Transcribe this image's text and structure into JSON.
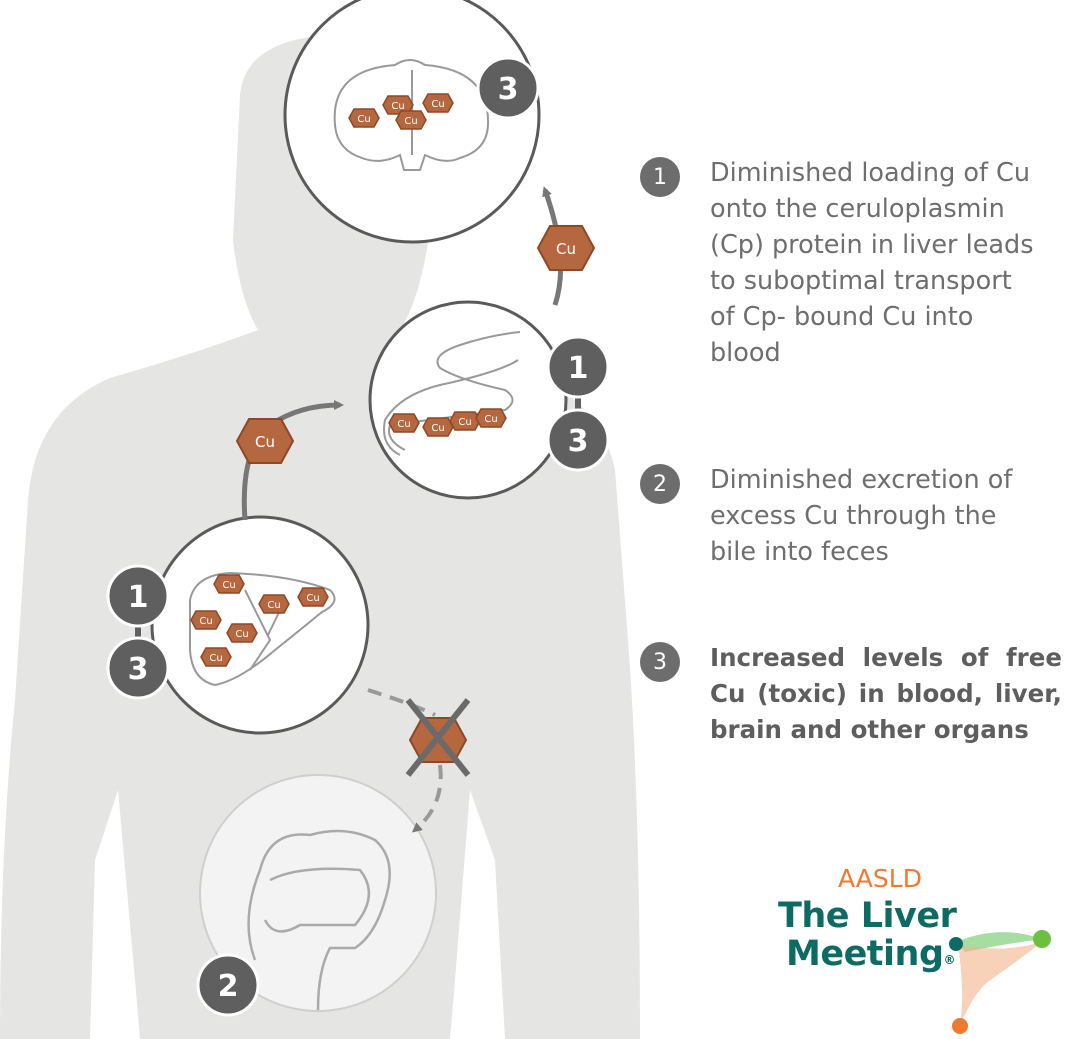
{
  "diagram": {
    "atom_label": "Cu",
    "markers": {
      "brain": [
        "3"
      ],
      "blood": [
        "1",
        "3"
      ],
      "liver": [
        "1",
        "3"
      ],
      "intestine": [
        "2"
      ]
    }
  },
  "legend": [
    {
      "number": "1",
      "text": "Diminished loading of Cu\nonto the ceruloplasmin\n(Cp)  protein in liver leads\nto  suboptimal transport\nof Cp- bound Cu into\nblood"
    },
    {
      "number": "2",
      "text": "Diminished excretion of\nexcess Cu through the\nbile  into feces"
    },
    {
      "number": "3",
      "text": "Increased  levels  of  free Cu (toxic) in blood, liver, brain and other organs"
    }
  ],
  "logo": {
    "org": "AASLD",
    "line1": "The Liver",
    "line2": "Meeting",
    "registered": "®"
  },
  "colors": {
    "silhouette": "#e5e5e4",
    "marker": "#5f5f5f",
    "copper": "#b5673f",
    "copper_dark": "#8d4826",
    "arrow": "#777777",
    "brand_orange": "#ee7a2f",
    "brand_teal": "#0d6b63",
    "brand_green": "#6cbf3f"
  }
}
